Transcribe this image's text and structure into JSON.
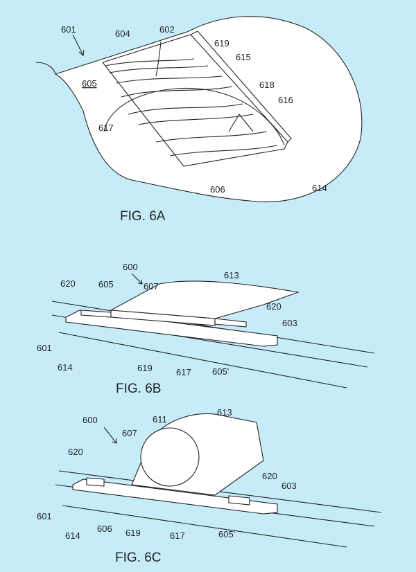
{
  "background_color": "#c6ecfa",
  "figures": [
    {
      "caption": "FIG. 6A",
      "labels": {
        "l601": "601",
        "l604": "604",
        "l602": "602",
        "l619": "619",
        "l615": "615",
        "l618": "618",
        "l616": "616",
        "l605": "605",
        "l617": "617",
        "l606": "606",
        "l614": "614"
      }
    },
    {
      "caption": "FIG. 6B",
      "labels": {
        "l600": "600",
        "l613": "613",
        "l605": "605",
        "l620a": "620",
        "l607": "607",
        "l620b": "620",
        "l603": "603",
        "l601": "601",
        "l614": "614",
        "l619": "619",
        "l617": "617",
        "l605p": "605'"
      }
    },
    {
      "caption": "FIG. 6C",
      "labels": {
        "l600": "600",
        "l611": "611",
        "l613": "613",
        "l607": "607",
        "l620a": "620",
        "l620b": "620",
        "l603": "603",
        "l601": "601",
        "l614": "614",
        "l606": "606",
        "l619": "619",
        "l617": "617",
        "l605p": "605'"
      }
    }
  ]
}
